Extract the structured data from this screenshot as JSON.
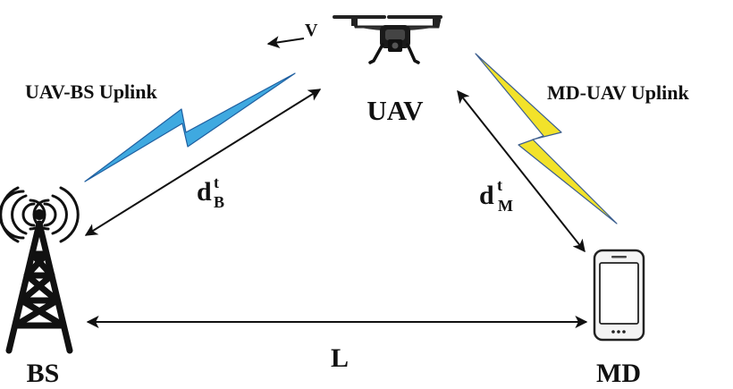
{
  "nodes": {
    "uav": {
      "label": "UAV"
    },
    "bs": {
      "label": "BS"
    },
    "md": {
      "label": "MD"
    }
  },
  "links": {
    "uav_bs_uplink": {
      "label": "UAV-BS Uplink",
      "color": "#3fa9e0"
    },
    "md_uav_uplink": {
      "label": "MD-UAV Uplink",
      "color": "#f2e22a"
    }
  },
  "distances": {
    "d_b": {
      "base": "d",
      "sup": "t",
      "sub": "B"
    },
    "d_m": {
      "base": "d",
      "sup": "t",
      "sub": "M"
    },
    "l": {
      "label": "L"
    }
  },
  "velocity": {
    "label": "V"
  },
  "icons": [
    "drone-icon",
    "tower-icon",
    "phone-icon"
  ]
}
